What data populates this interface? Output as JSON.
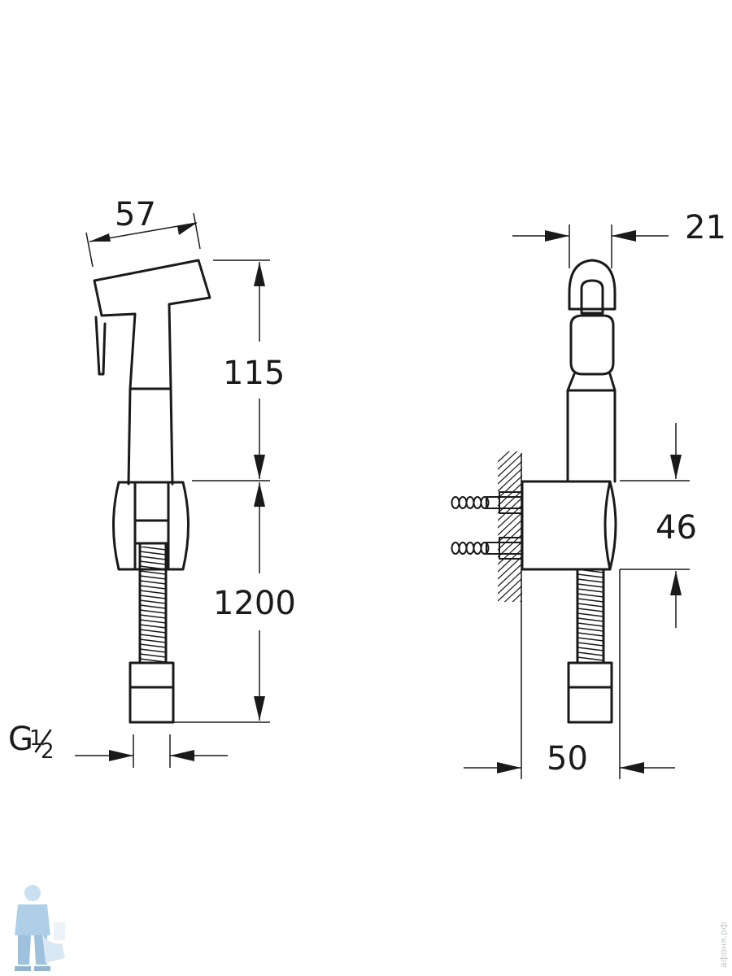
{
  "dimensions": {
    "handle_width": "57",
    "handle_height": "115",
    "hose_length": "1200",
    "thread": "G½",
    "thread_fraction": "1/2",
    "head_depth": "21",
    "holder_height": "46",
    "holder_depth": "50"
  },
  "watermark": {
    "side_text": "афоня.рф",
    "logo_icon": "plumber-with-toilet-icon"
  }
}
